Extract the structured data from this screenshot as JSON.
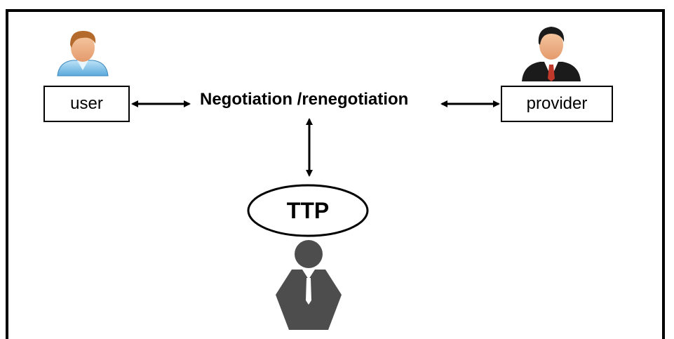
{
  "nodes": {
    "user": "user",
    "provider": "provider",
    "negotiation": "Negotiation /renegotiation",
    "ttp": "TTP"
  }
}
